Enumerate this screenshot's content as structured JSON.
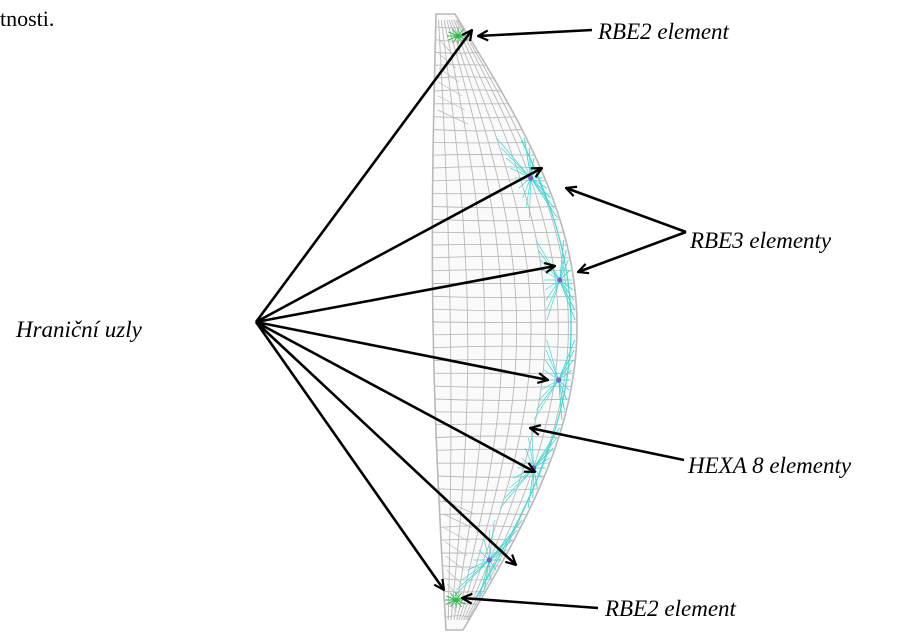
{
  "page_fragment": "tnosti.",
  "labels": {
    "boundary_nodes": "Hraniční uzly",
    "rbe2_top": "RBE2 element",
    "rbe3": "RBE3 elementy",
    "hexa8": "HEXA 8 elementy",
    "rbe2_bottom": "RBE2 element"
  },
  "colors": {
    "mesh": "#b9b9b9",
    "rbe3": "#3ed9d6",
    "rbe2": "#2fb84a",
    "node": "#7a5cc8",
    "arrow": "#000000"
  }
}
